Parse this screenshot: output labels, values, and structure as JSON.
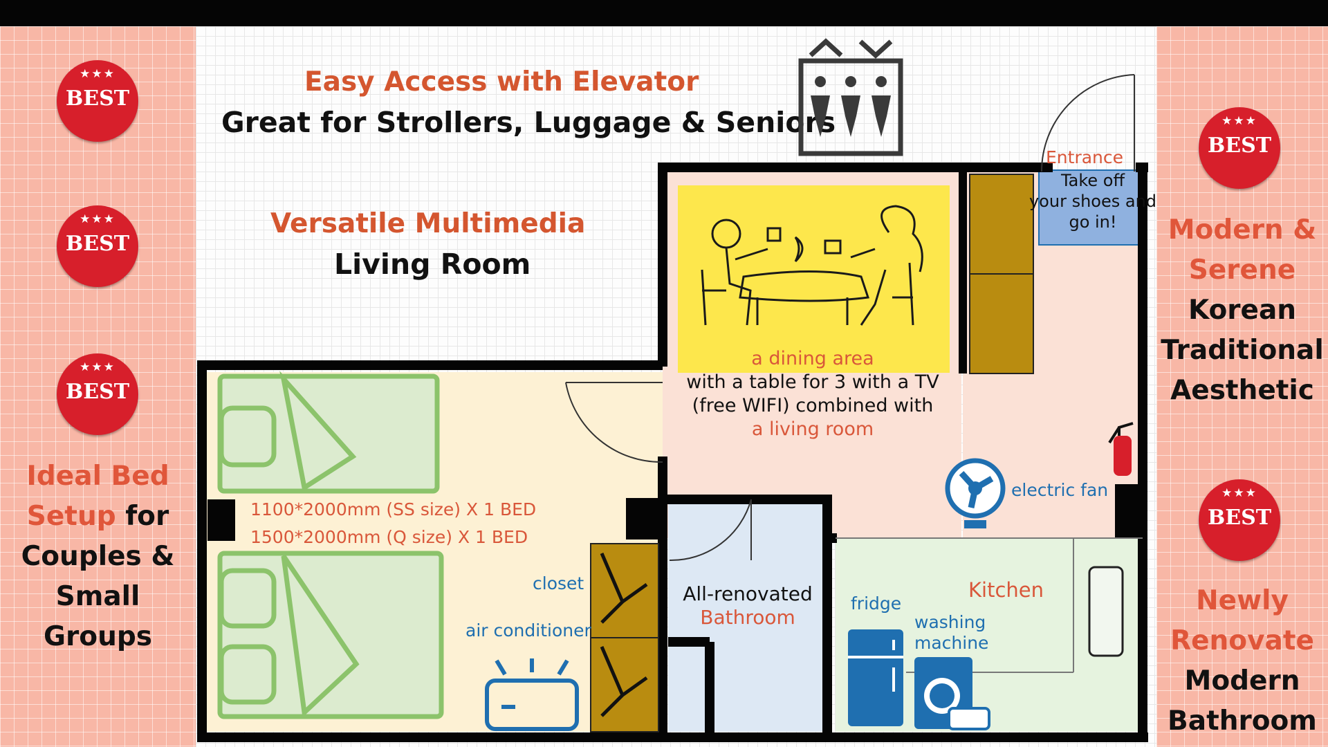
{
  "left_panel": {
    "badges": [
      {
        "stars": "★★★",
        "label": "BEST"
      },
      {
        "stars": "★★★",
        "label": "BEST"
      },
      {
        "stars": "★★★",
        "label": "BEST"
      }
    ],
    "feature_lines": [
      {
        "orange": "Ideal Bed",
        "black": ""
      },
      {
        "orange": "Setup",
        "black": " for"
      },
      {
        "orange": "",
        "black": "Couples &"
      },
      {
        "orange": "",
        "black": "Small"
      },
      {
        "orange": "",
        "black": "Groups"
      }
    ]
  },
  "right_panel": {
    "badges": [
      {
        "stars": "★★★",
        "label": "BEST"
      },
      {
        "stars": "★★★",
        "label": "BEST"
      }
    ],
    "feature1": {
      "orange": [
        "Modern &",
        "Serene"
      ],
      "black": [
        "Korean",
        "Traditional",
        "Aesthetic"
      ]
    },
    "feature2": {
      "orange": [
        "Newly",
        "Renovate"
      ],
      "black": [
        "Modern",
        "Bathroom"
      ]
    }
  },
  "headings": {
    "elevator_title": "Easy Access with Elevator",
    "elevator_subtitle": "Great for Strollers, Luggage & Seniors",
    "living_title": "Versatile Multimedia",
    "living_subtitle": "Living Room"
  },
  "floorplan": {
    "entrance_label": "Entrance",
    "entrance_note": [
      "Take off",
      "your shoes and",
      "go in!"
    ],
    "dining": {
      "line1": "a dining area",
      "line2": "with a table for 3 with a TV",
      "line3": "(free WIFI) combined with",
      "line4": "a living room"
    },
    "electric_fan": "electric fan",
    "beds": [
      "1100*2000mm (SS size) X 1 BED",
      "1500*2000mm (Q size)   X 1 BED"
    ],
    "closet": "closet",
    "air_conditioner": "air conditioner",
    "bathroom": [
      "All-renovated",
      "Bathroom"
    ],
    "fridge": "fridge",
    "kitchen": "Kitchen",
    "washing_machine": [
      "washing",
      "machine"
    ]
  },
  "colors": {
    "accent_orange": "#d9573a",
    "badge_red": "#d71f2b",
    "panel_pink": "#f8b7a6",
    "icon_blue": "#1f6fb0",
    "dining_yellow": "#fde74c"
  }
}
